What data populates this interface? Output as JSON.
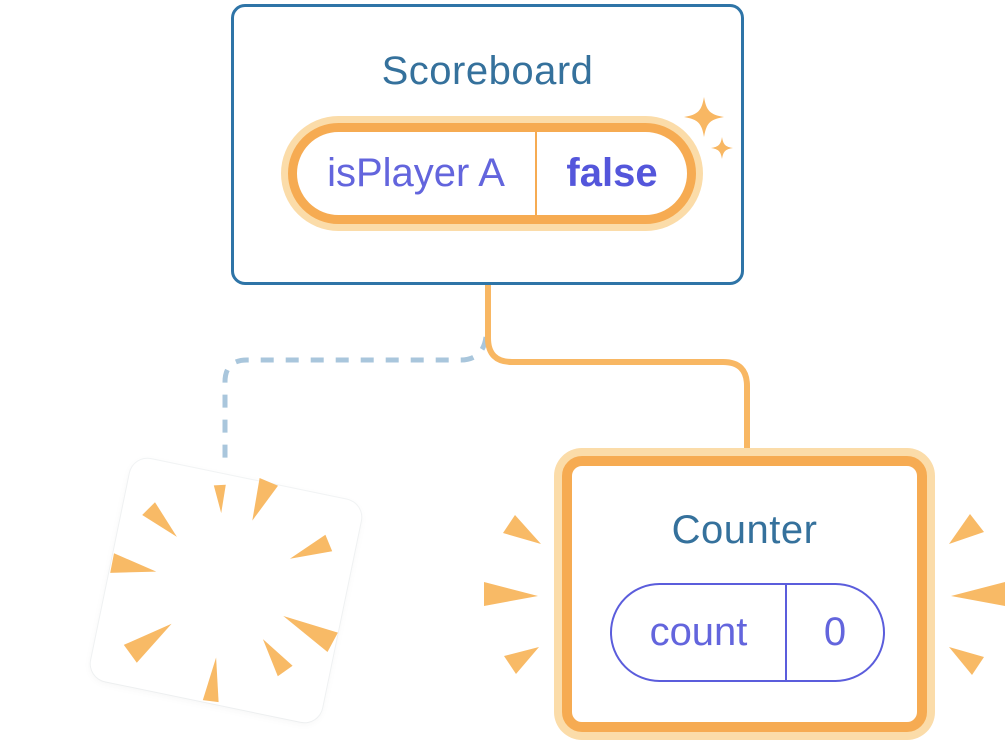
{
  "colors": {
    "background": "#ffffff",
    "card-border-blue": "#2E74A7",
    "title-teal": "#35719C",
    "state-purple": "#6365DD",
    "state-purple-bold": "#5456DB",
    "pill-purple": "#5B5DDC",
    "orange": "#F6AB52",
    "orange-light": "#FBDCA9",
    "orange-connector": "#F8B763",
    "burst-orange": "#F8BA66",
    "dashed-blue": "#A9C6DC"
  },
  "scoreboard_card": {
    "title": "Scoreboard",
    "state_pill": {
      "name": "isPlayer A",
      "value": "false"
    }
  },
  "counter_card": {
    "title": "Counter",
    "state_pill": {
      "name": "count",
      "value": "0"
    }
  },
  "icons": {
    "sparkles": "sparkles-icon",
    "poof": "poof-burst-icon",
    "emphasis_left": "emphasis-rays-left-icon",
    "emphasis_right": "emphasis-rays-right-icon",
    "solid_connector": "solid-connector-line",
    "dashed_connector": "dashed-connector-line"
  }
}
